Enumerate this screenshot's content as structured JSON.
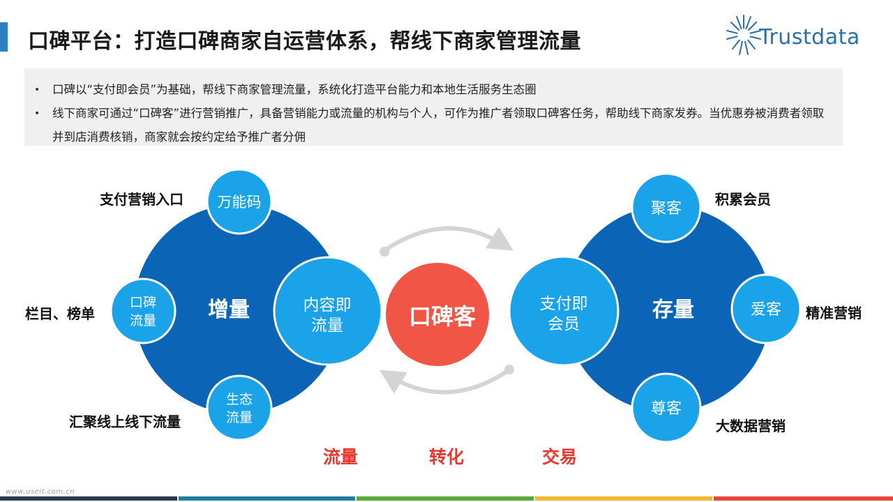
{
  "header": {
    "title": "口碑平台：打造口碑商家自运营体系，帮线下商家管理流量",
    "logo_text": "Trustdata"
  },
  "bullets": [
    "口碑以“支付即会员”为基础，帮线下商家管理流量，系统化打造平台能力和本地生活服务生态圈",
    "线下商家可通过“口碑客”进行营销推广，具备营销能力或流量的机构与个人，可作为推广者领取口碑客任务，帮助线下商家发券。当优惠券被消费者领取并到店消费核销，商家就会按约定给予推广者分佣"
  ],
  "diagram": {
    "left_big": "增量",
    "right_big": "存量",
    "center": "口碑客",
    "left_small": {
      "top": "万能码",
      "left_line1": "口碑",
      "left_line2": "流量",
      "bottom_line1": "生态",
      "bottom_line2": "流量",
      "right_line1": "内容即",
      "right_line2": "流量"
    },
    "right_small": {
      "left_line1": "支付即",
      "left_line2": "会员",
      "top": "聚客",
      "right": "爱客",
      "bottom": "尊客"
    },
    "outer_labels": {
      "left_top": "支付营销入口",
      "left_mid": "栏目、榜单",
      "left_bottom": "汇聚线上线下流量",
      "right_top": "积累会员",
      "right_mid": "精准营销",
      "right_bottom": "大数据营销"
    },
    "bottom_labels": [
      "流量",
      "转化",
      "交易"
    ]
  },
  "footer": {
    "url": "www.useit.com.cn"
  },
  "colors": {
    "accent": "#2e7fc1",
    "big_circle": "#0b64b5",
    "small_circle": "#1aa3e8",
    "center": "#f05545",
    "bottom_text": "#e8372f",
    "footer_bars": [
      "#2b3a4a",
      "#1f7e9e",
      "#5aa838",
      "#f2b631",
      "#e8463a"
    ]
  }
}
